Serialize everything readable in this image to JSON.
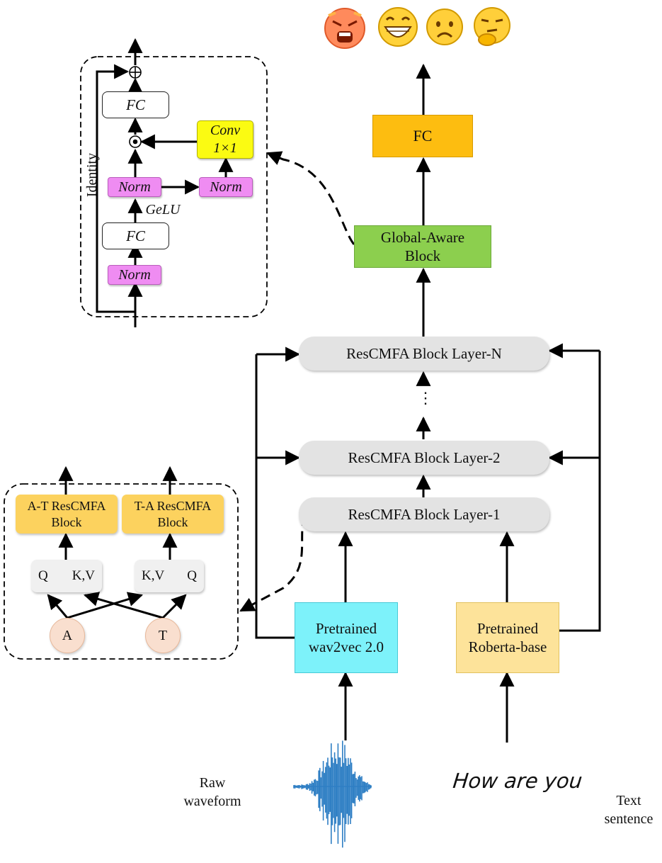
{
  "emotions": [
    "angry-face-icon",
    "grinning-face-icon",
    "sad-face-icon",
    "thinking-face-icon"
  ],
  "main": {
    "fc": "FC",
    "global_aware": [
      "Global-Aware",
      "Block"
    ],
    "layer_n": "ResCMFA Block Layer-N",
    "ellipsis": "⋮",
    "layer_2": "ResCMFA Block Layer-2",
    "layer_1": "ResCMFA Block Layer-1",
    "pretrained_audio": [
      "Pretrained",
      "wav2vec 2.0"
    ],
    "pretrained_text": [
      "Pretrained",
      "Roberta-base"
    ]
  },
  "inputs": {
    "raw_waveform": [
      "Raw",
      "waveform"
    ],
    "handwritten": "How are you",
    "text_sentence": [
      "Text",
      "sentence"
    ]
  },
  "global_detail": {
    "fc_top": "FC",
    "conv": [
      "Conv",
      "1×1"
    ],
    "norm_left": "Norm",
    "norm_right": "Norm",
    "gelu": "GeLU",
    "fc_bottom": "FC",
    "norm_bottom": "Norm",
    "identity": "Identity"
  },
  "rescmfa_detail": {
    "at_block": [
      "A-T ResCMFA",
      "Block"
    ],
    "ta_block": [
      "T-A ResCMFA",
      "Block"
    ],
    "q_left": "Q",
    "kv_left": "K,V",
    "kv_right": "K,V",
    "q_right": "Q",
    "a_node": "A",
    "t_node": "T"
  },
  "colors": {
    "fc": "#fdbd10",
    "global_aware": "#8ccf4e",
    "pretrained_audio": "#7df2fa",
    "pretrained_text": "#fde39a",
    "norm": "#ef8cf2",
    "conv": "#fbfb12",
    "rescmfa_sub": "#fcd25e",
    "layer": "#e3e3e3",
    "waveform": "#2f7fc4"
  }
}
